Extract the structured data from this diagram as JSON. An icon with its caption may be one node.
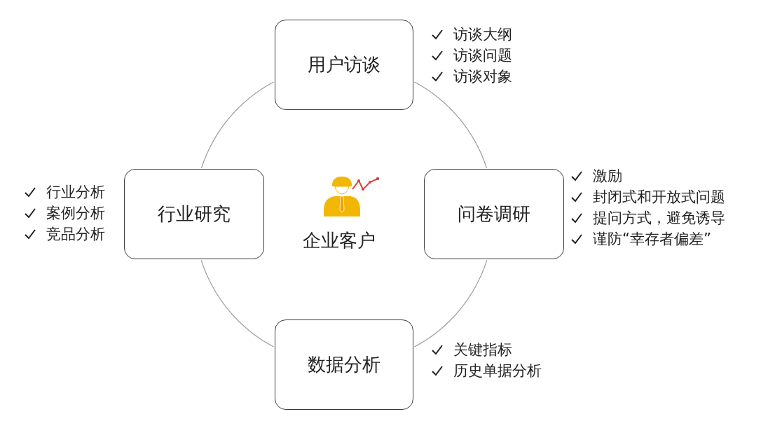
{
  "diagram": {
    "nodes": [
      {
        "text": [
          "用户访谈"
        ],
        "beside": [
          "访谈大纲",
          "访谈问题",
          "访谈对象"
        ]
      },
      {
        "text": [
          "行业研究"
        ],
        "beside": [
          "行业分析",
          "案例分析",
          "竞品分析"
        ]
      },
      {
        "text": [
          "问卷调研"
        ],
        "beside": [
          "激励",
          "封闭式和开放式问题",
          "提问方式，避免诱导",
          "谨防“幸存者偏差”"
        ]
      },
      {
        "text": [
          "数据分析"
        ],
        "beside": [
          "关键指标",
          "历史单据分析"
        ]
      }
    ],
    "edges": [
      {
        "from": 0,
        "to": 2,
        "arrow": "none"
      },
      {
        "from": 2,
        "to": 3,
        "arrow": "none"
      },
      {
        "from": 3,
        "to": 1,
        "arrow": "none"
      },
      {
        "from": 1,
        "to": 0,
        "arrow": "none"
      }
    ],
    "labels": [
      "企业客户"
    ]
  }
}
